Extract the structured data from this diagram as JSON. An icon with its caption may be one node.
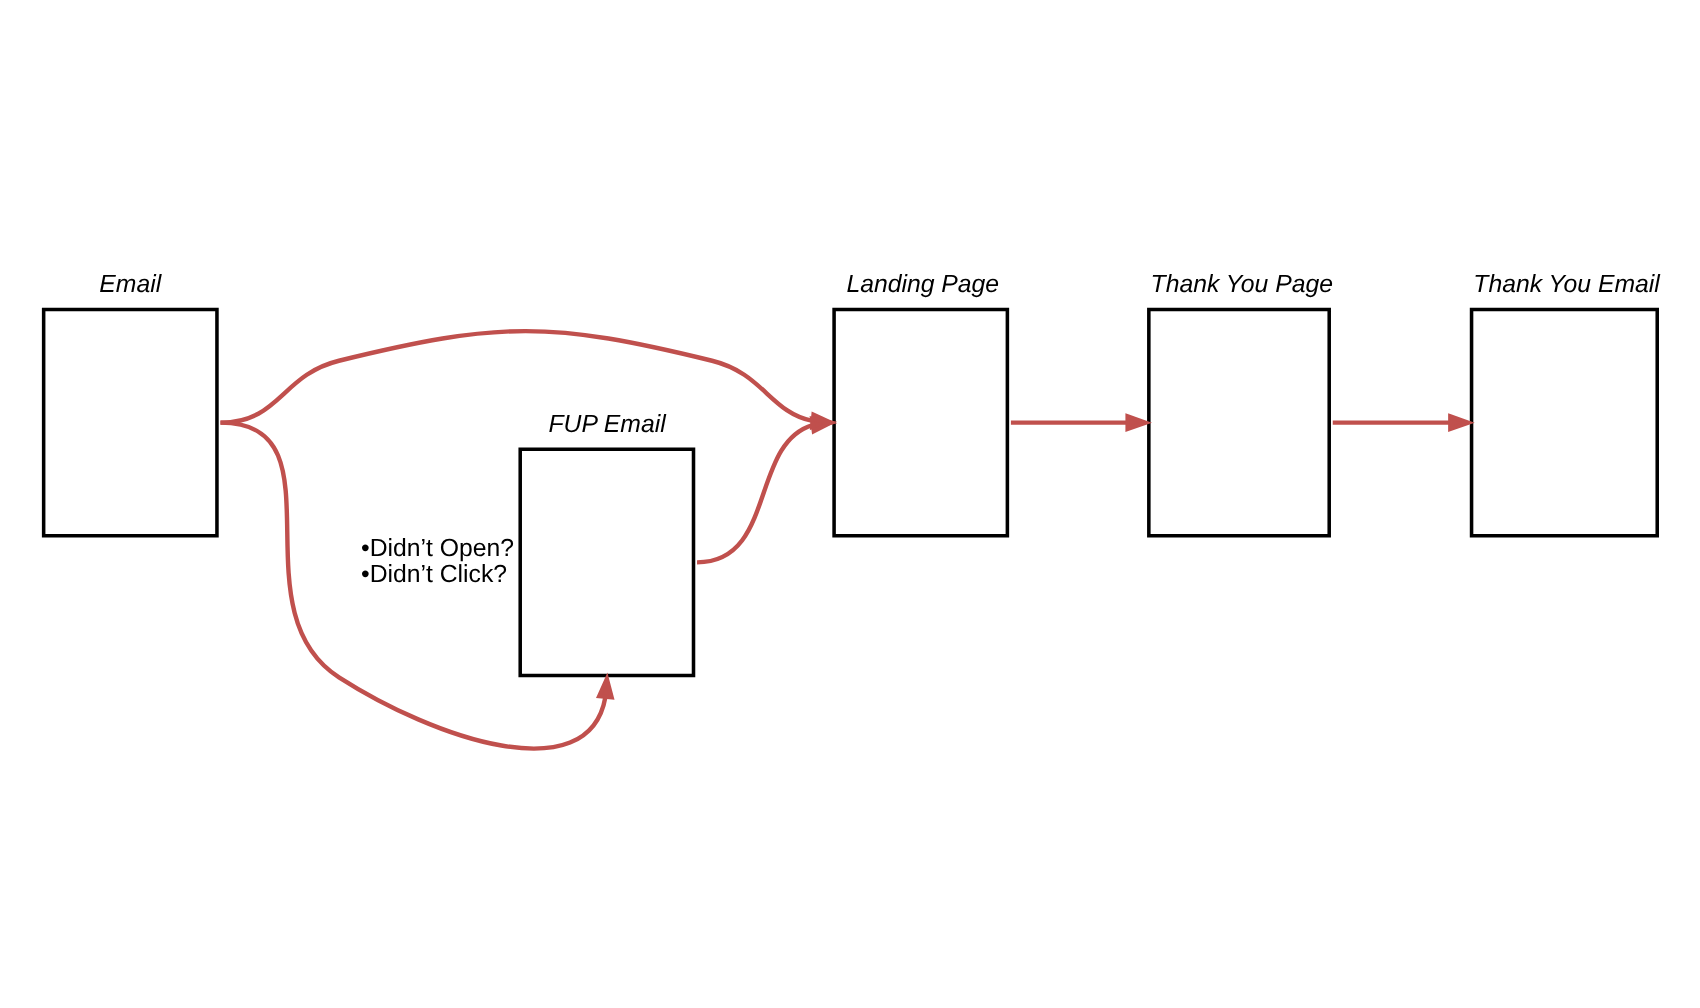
{
  "diagram": {
    "nodes": [
      {
        "text": [
          "Email"
        ]
      },
      {
        "text": [
          "Landing Page"
        ]
      },
      {
        "text": [
          "Thank You Page"
        ]
      },
      {
        "text": [
          "Thank You Email"
        ]
      },
      {
        "text": [
          "FUP Email"
        ],
        "beside": [
          "•Didn’t Open?",
          "•Didn’t Click?"
        ]
      }
    ],
    "edges": [
      {
        "from": 0,
        "to": 1,
        "arrow": "to"
      },
      {
        "from": 1,
        "to": 2,
        "arrow": "to"
      },
      {
        "from": 2,
        "to": 3,
        "arrow": "to"
      },
      {
        "from": 0,
        "to": 4,
        "arrow": "to"
      },
      {
        "from": 4,
        "to": 1,
        "arrow": "to"
      }
    ]
  }
}
